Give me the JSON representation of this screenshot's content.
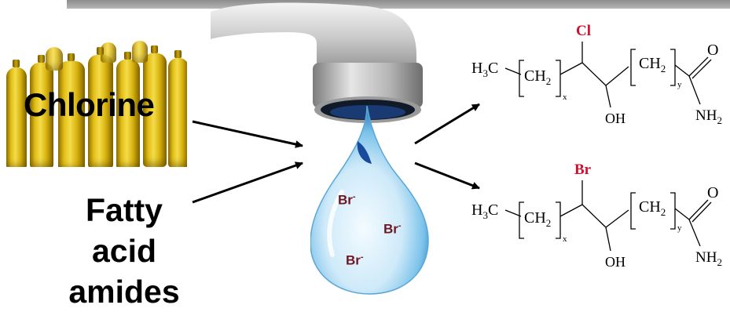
{
  "reactants": {
    "chlorine_label": "Chlorine",
    "fatty_label_line1": "Fatty",
    "fatty_label_line2": "acid",
    "fatty_label_line3": "amides"
  },
  "drop_ions": {
    "ion1": "Br",
    "ion2": "Br",
    "ion3": "Br",
    "charge": "-"
  },
  "product_chloro": {
    "halogen": "Cl",
    "halogen_color": "#d0102e",
    "terminal_group": "H3C",
    "chain_left": "CH2",
    "chain_left_sub": "x",
    "chain_right": "CH2",
    "chain_right_sub": "y",
    "hydroxyl": "OH",
    "carbonyl_o": "O",
    "amide": "NH2"
  },
  "product_bromo": {
    "halogen": "Br",
    "halogen_color": "#d0102e",
    "terminal_group": "H3C",
    "chain_left": "CH2",
    "chain_left_sub": "x",
    "chain_right": "CH2",
    "chain_right_sub": "y",
    "hydroxyl": "OH",
    "carbonyl_o": "O",
    "amide": "NH2"
  },
  "colors": {
    "cylinder_yellow": "#e3bf17",
    "water_blue": "#5fb6e6",
    "ion_color": "#6e1722"
  }
}
